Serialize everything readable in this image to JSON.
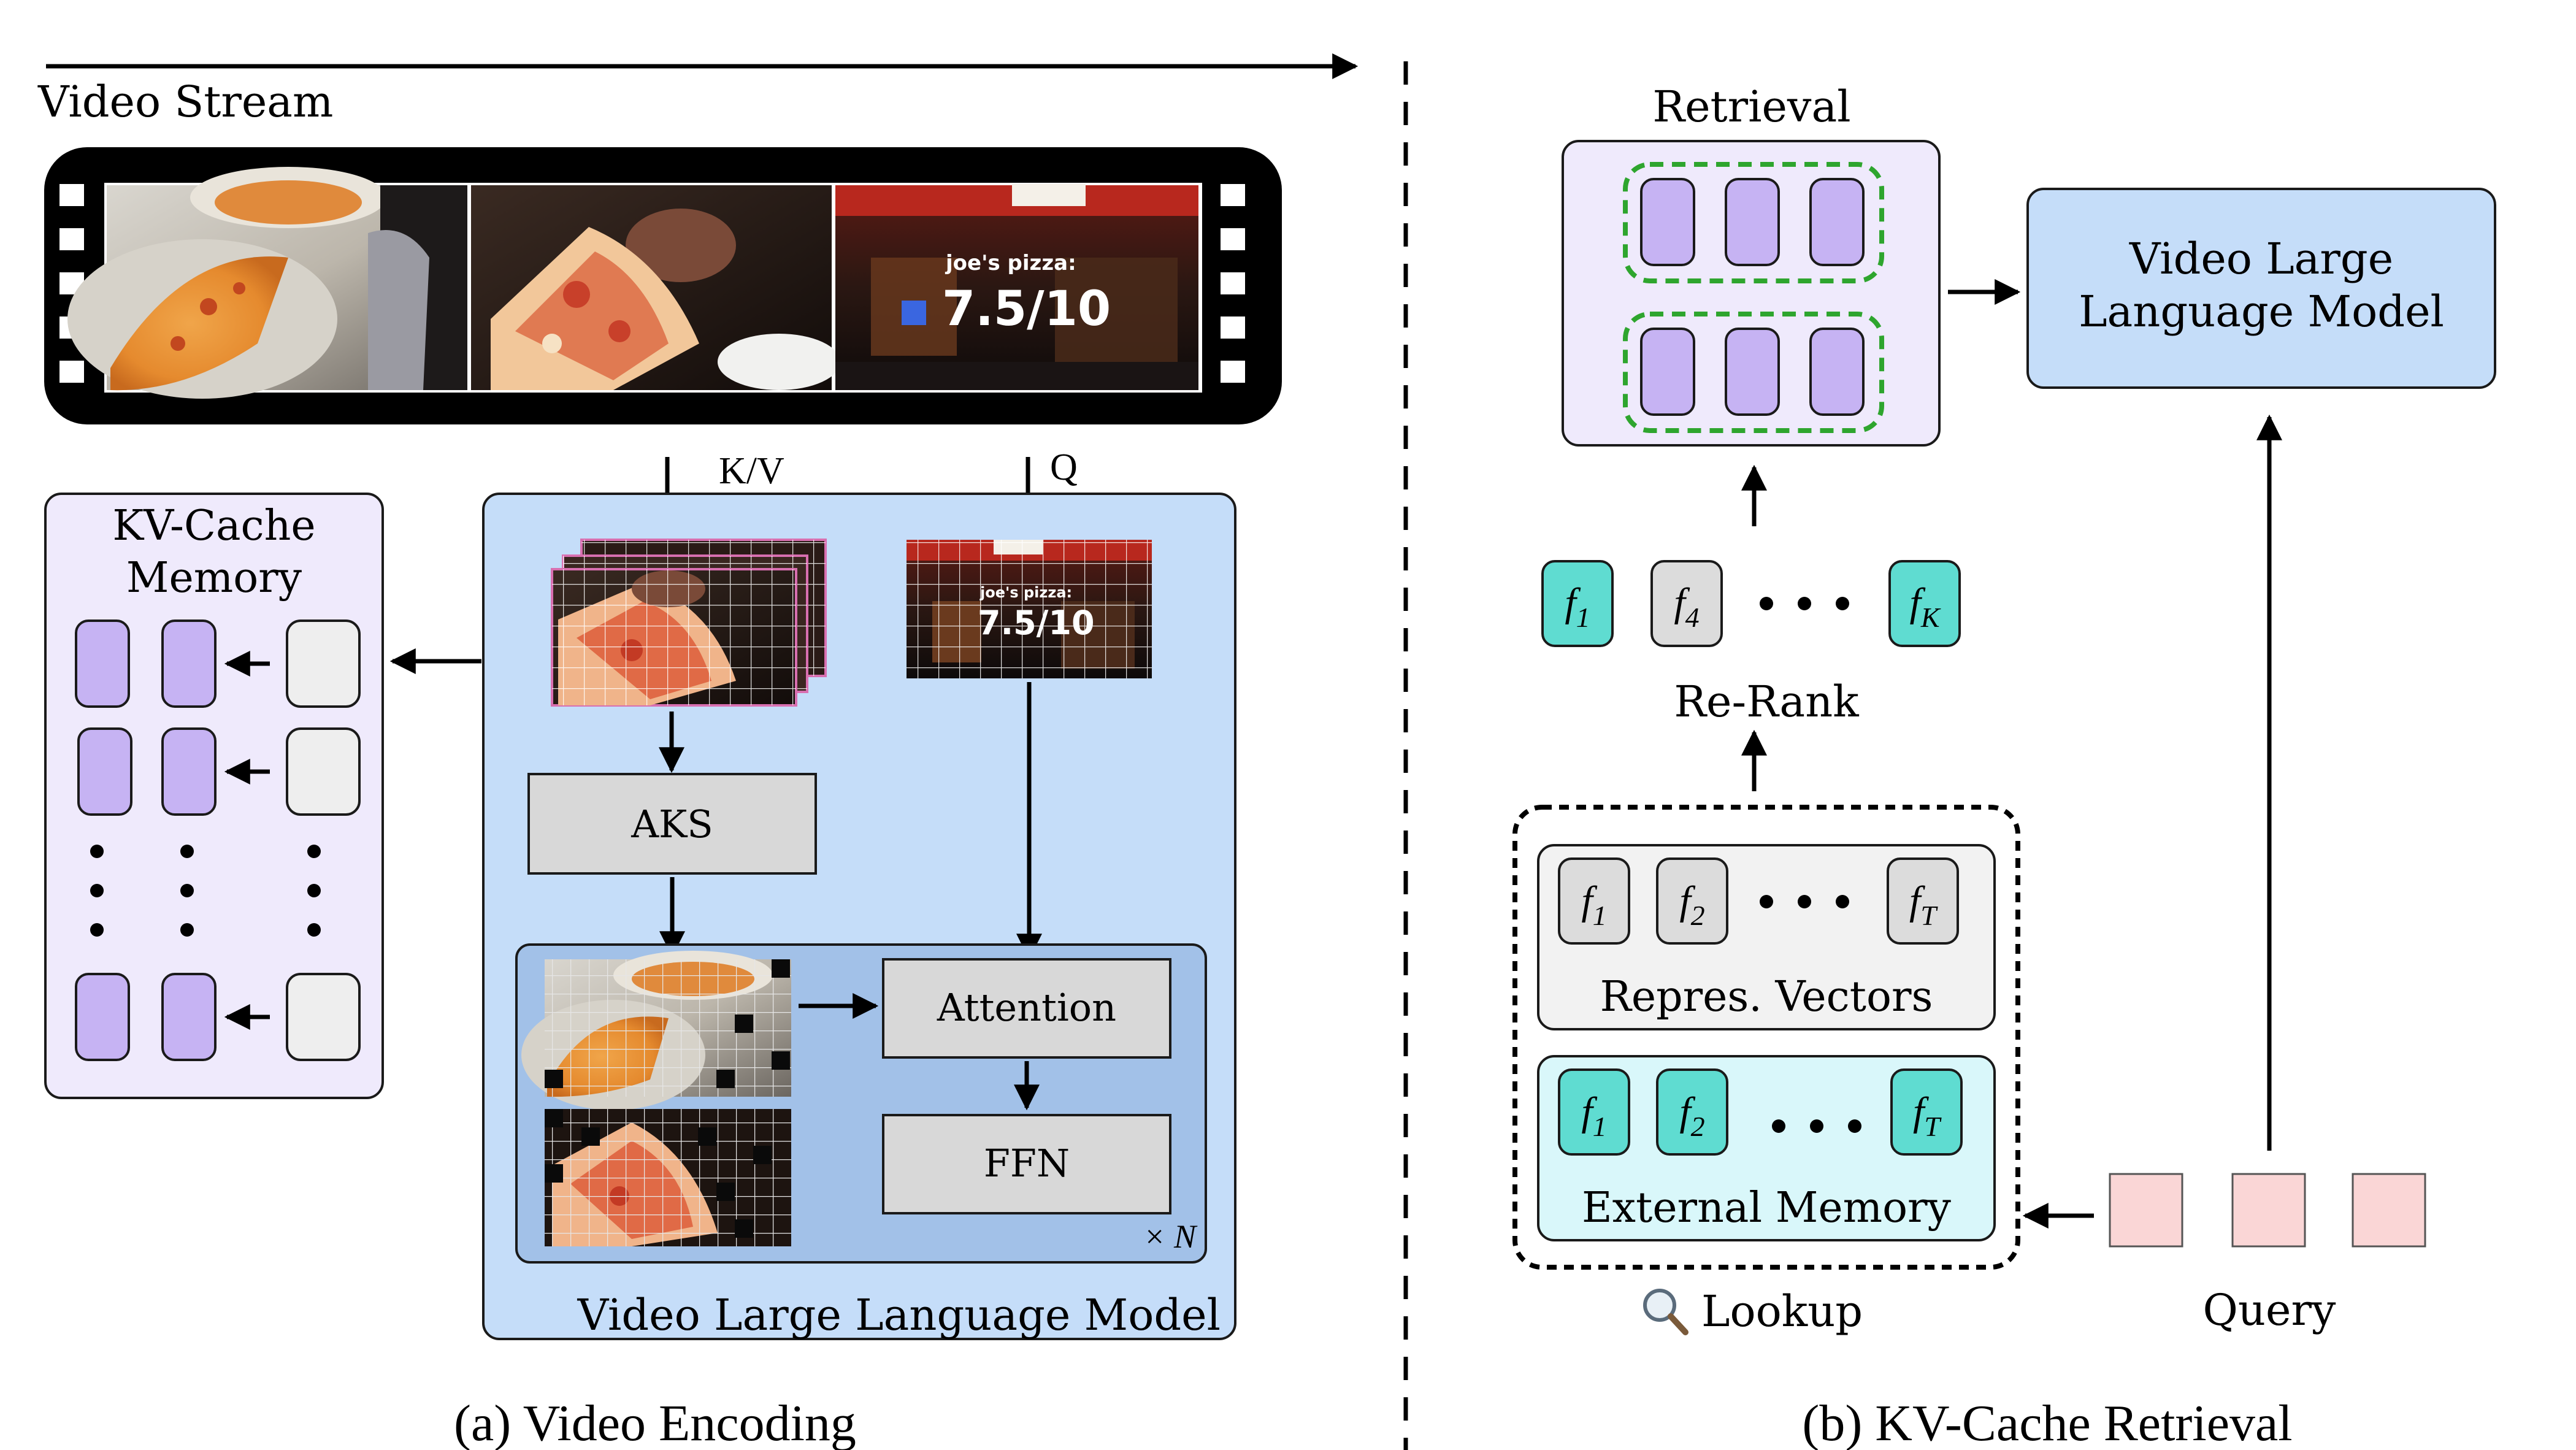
{
  "colors": {
    "lavender_panel": "#efeafc",
    "purple_token": "#c6b3f3",
    "gray_token": "#eeeeee",
    "blue_panel": "#c5ddf9",
    "blue_inner": "#a2c1e8",
    "gray_block": "#d8d8d8",
    "teal_token": "#5fdcd1",
    "cyan_panel": "#d9f7fa",
    "pink_query": "#fad6d6",
    "green_dash": "#2ea52e",
    "film": "#000000",
    "stroke": "#1a1a1a"
  },
  "left": {
    "stream_label": "Video Stream",
    "frame3_overlay_line1": "joe's pizza:",
    "frame3_overlay_line2": "7.5/10",
    "kv_label": "K/V",
    "q_label": "Q",
    "kv_memory_title_line1": "KV-Cache",
    "kv_memory_title_line2": "Memory",
    "aks_label": "AKS",
    "attention_label": "Attention",
    "ffn_label": "FFN",
    "times_n": "× N",
    "vllm_label": "Video Large Language Model",
    "caption": "(a) Video Encoding"
  },
  "right": {
    "retrieval_title": "Retrieval",
    "vllm_box_line1": "Video Large",
    "vllm_box_line2": "Language Model",
    "rerank_label": "Re-Rank",
    "rerank_tokens": [
      {
        "base": "f",
        "sub": "1"
      },
      {
        "base": "f",
        "sub": "4"
      },
      {
        "base": "f",
        "sub": "K"
      }
    ],
    "repr_tokens": [
      {
        "base": "f",
        "sub": "1"
      },
      {
        "base": "f",
        "sub": "2"
      },
      {
        "base": "f",
        "sub": "T"
      }
    ],
    "repr_label": "Repres. Vectors",
    "ext_tokens": [
      {
        "base": "f",
        "sub": "1"
      },
      {
        "base": "f",
        "sub": "2"
      },
      {
        "base": "f",
        "sub": "T"
      }
    ],
    "ext_label": "External Memory",
    "lookup_icon": "magnifier-icon",
    "lookup_label": "Lookup",
    "query_label": "Query",
    "caption": "(b) KV-Cache Retrieval"
  }
}
